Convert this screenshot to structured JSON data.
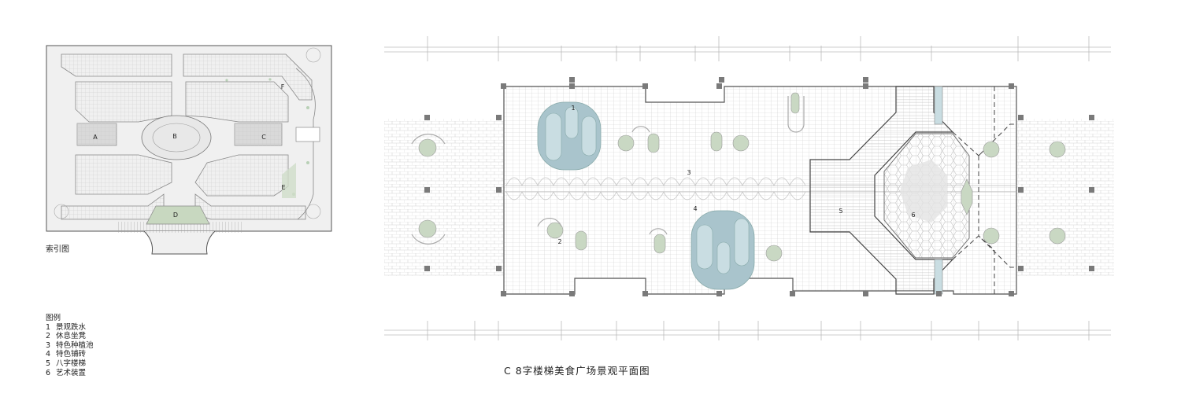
{
  "index_map": {
    "caption": "索引图",
    "zones": [
      "A",
      "B",
      "C",
      "D",
      "E",
      "F"
    ]
  },
  "legend": {
    "title": "图例",
    "items": [
      {
        "num": "1",
        "label": "景观跌水"
      },
      {
        "num": "2",
        "label": "休息坐凳"
      },
      {
        "num": "3",
        "label": "特色种植池"
      },
      {
        "num": "4",
        "label": "特色铺砖"
      },
      {
        "num": "5",
        "label": "八字楼梯"
      },
      {
        "num": "6",
        "label": "艺术装置"
      }
    ]
  },
  "plan": {
    "title": "C 8字楼梯美食广场景观平面图",
    "markers": [
      "1",
      "2",
      "3",
      "4",
      "5",
      "6"
    ]
  },
  "colors": {
    "water": "#a9c4cc",
    "water_light": "#c9dde2",
    "planting": "#c9d8c3",
    "planting_dark": "#b9ccb1",
    "line": "#8a8a8a",
    "pillar": "#7a7a7a"
  }
}
